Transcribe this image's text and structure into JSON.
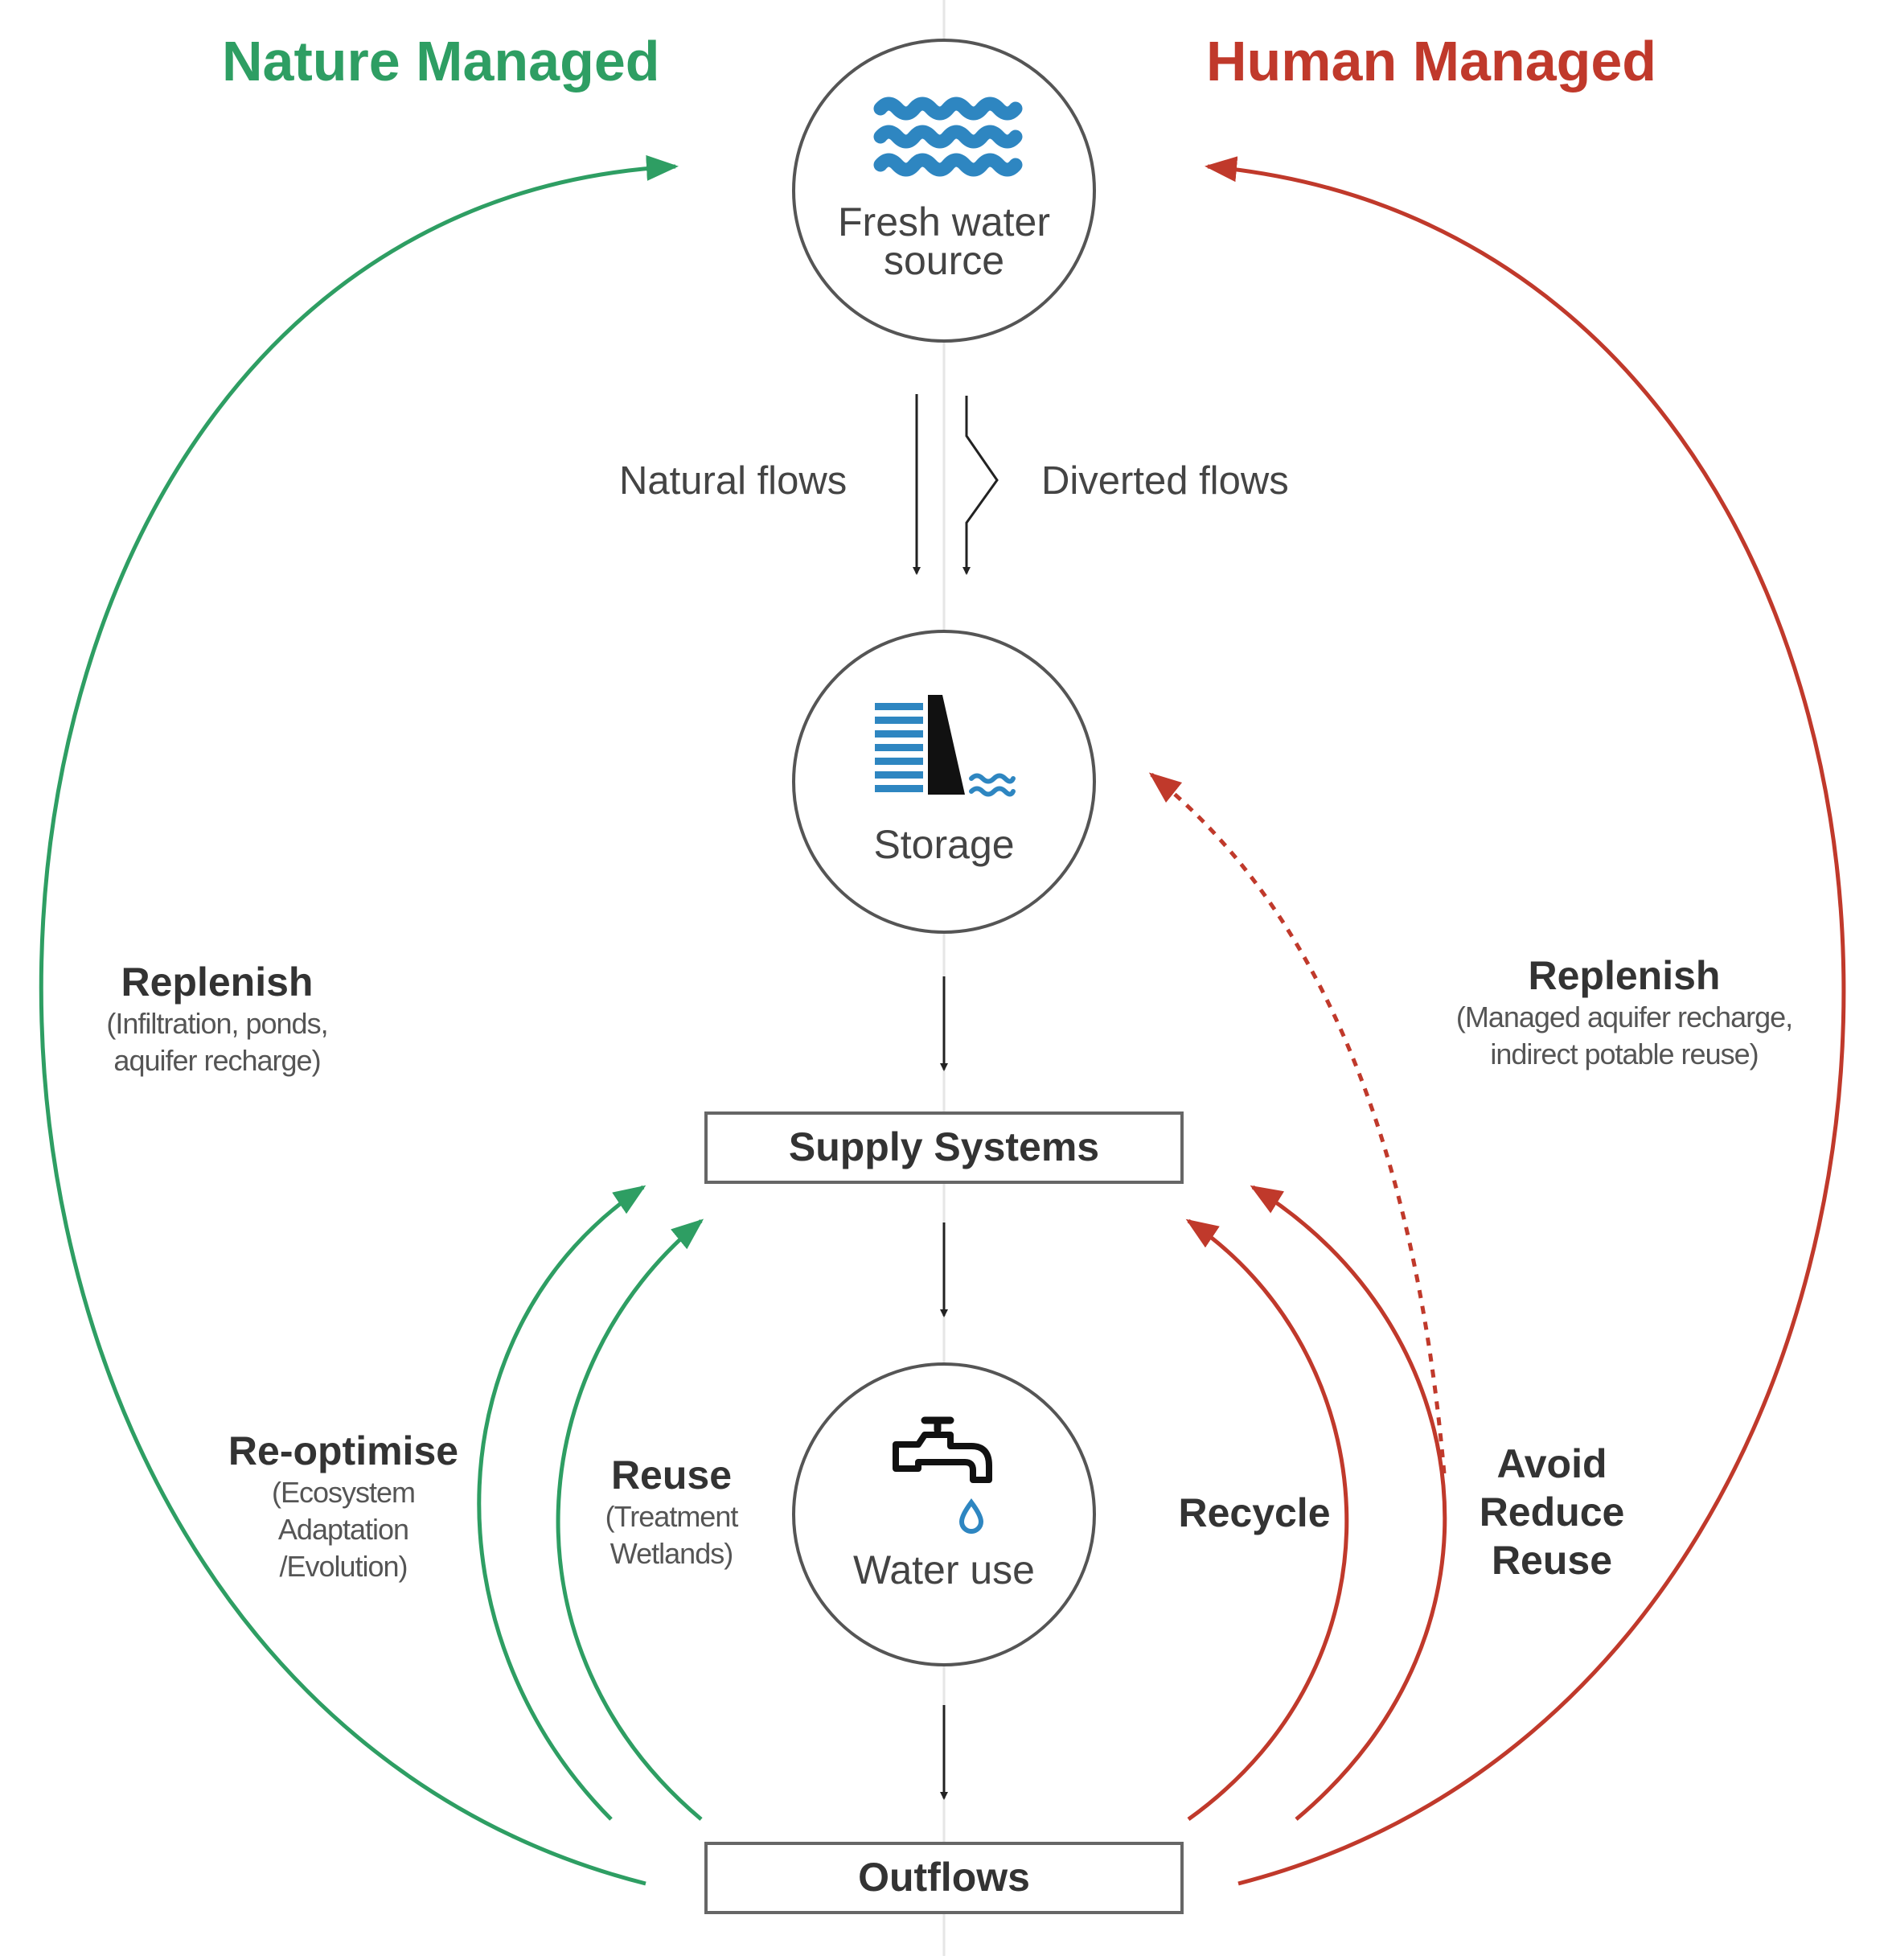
{
  "headings": {
    "nature": {
      "text": "Nature Managed",
      "color": "#2e9e63"
    },
    "human": {
      "text": "Human Managed",
      "color": "#c0392b"
    }
  },
  "nodes": {
    "fresh_water": {
      "line1": "Fresh water",
      "line2": "source",
      "icon": "waves-icon"
    },
    "storage": {
      "label": "Storage",
      "icon": "dam-icon"
    },
    "supply": {
      "label": "Supply Systems"
    },
    "water_use": {
      "label": "Water use",
      "icon": "tap-icon"
    },
    "outflows": {
      "label": "Outflows"
    }
  },
  "flows": {
    "natural": "Natural flows",
    "diverted": "Diverted flows"
  },
  "nature_loops": {
    "replenish": {
      "title": "Replenish",
      "line1": "(Infiltration, ponds,",
      "line2": "aquifer recharge)"
    },
    "reoptimise": {
      "title": "Re-optimise",
      "line1": "(Ecosystem",
      "line2": "Adaptation",
      "line3": "/Evolution)"
    },
    "reuse": {
      "title": "Reuse",
      "line1": "(Treatment",
      "line2": "Wetlands)"
    }
  },
  "human_loops": {
    "replenish": {
      "title": "Replenish",
      "line1": "(Managed aquifer recharge,",
      "line2": "indirect potable reuse)"
    },
    "recycle": {
      "title": "Recycle"
    },
    "avoid": {
      "line1": "Avoid",
      "line2": "Reduce",
      "line3": "Reuse"
    }
  },
  "colors": {
    "green": "#2e9e63",
    "red": "#c0392b",
    "blue": "#2e86c1",
    "line": "#333333"
  }
}
